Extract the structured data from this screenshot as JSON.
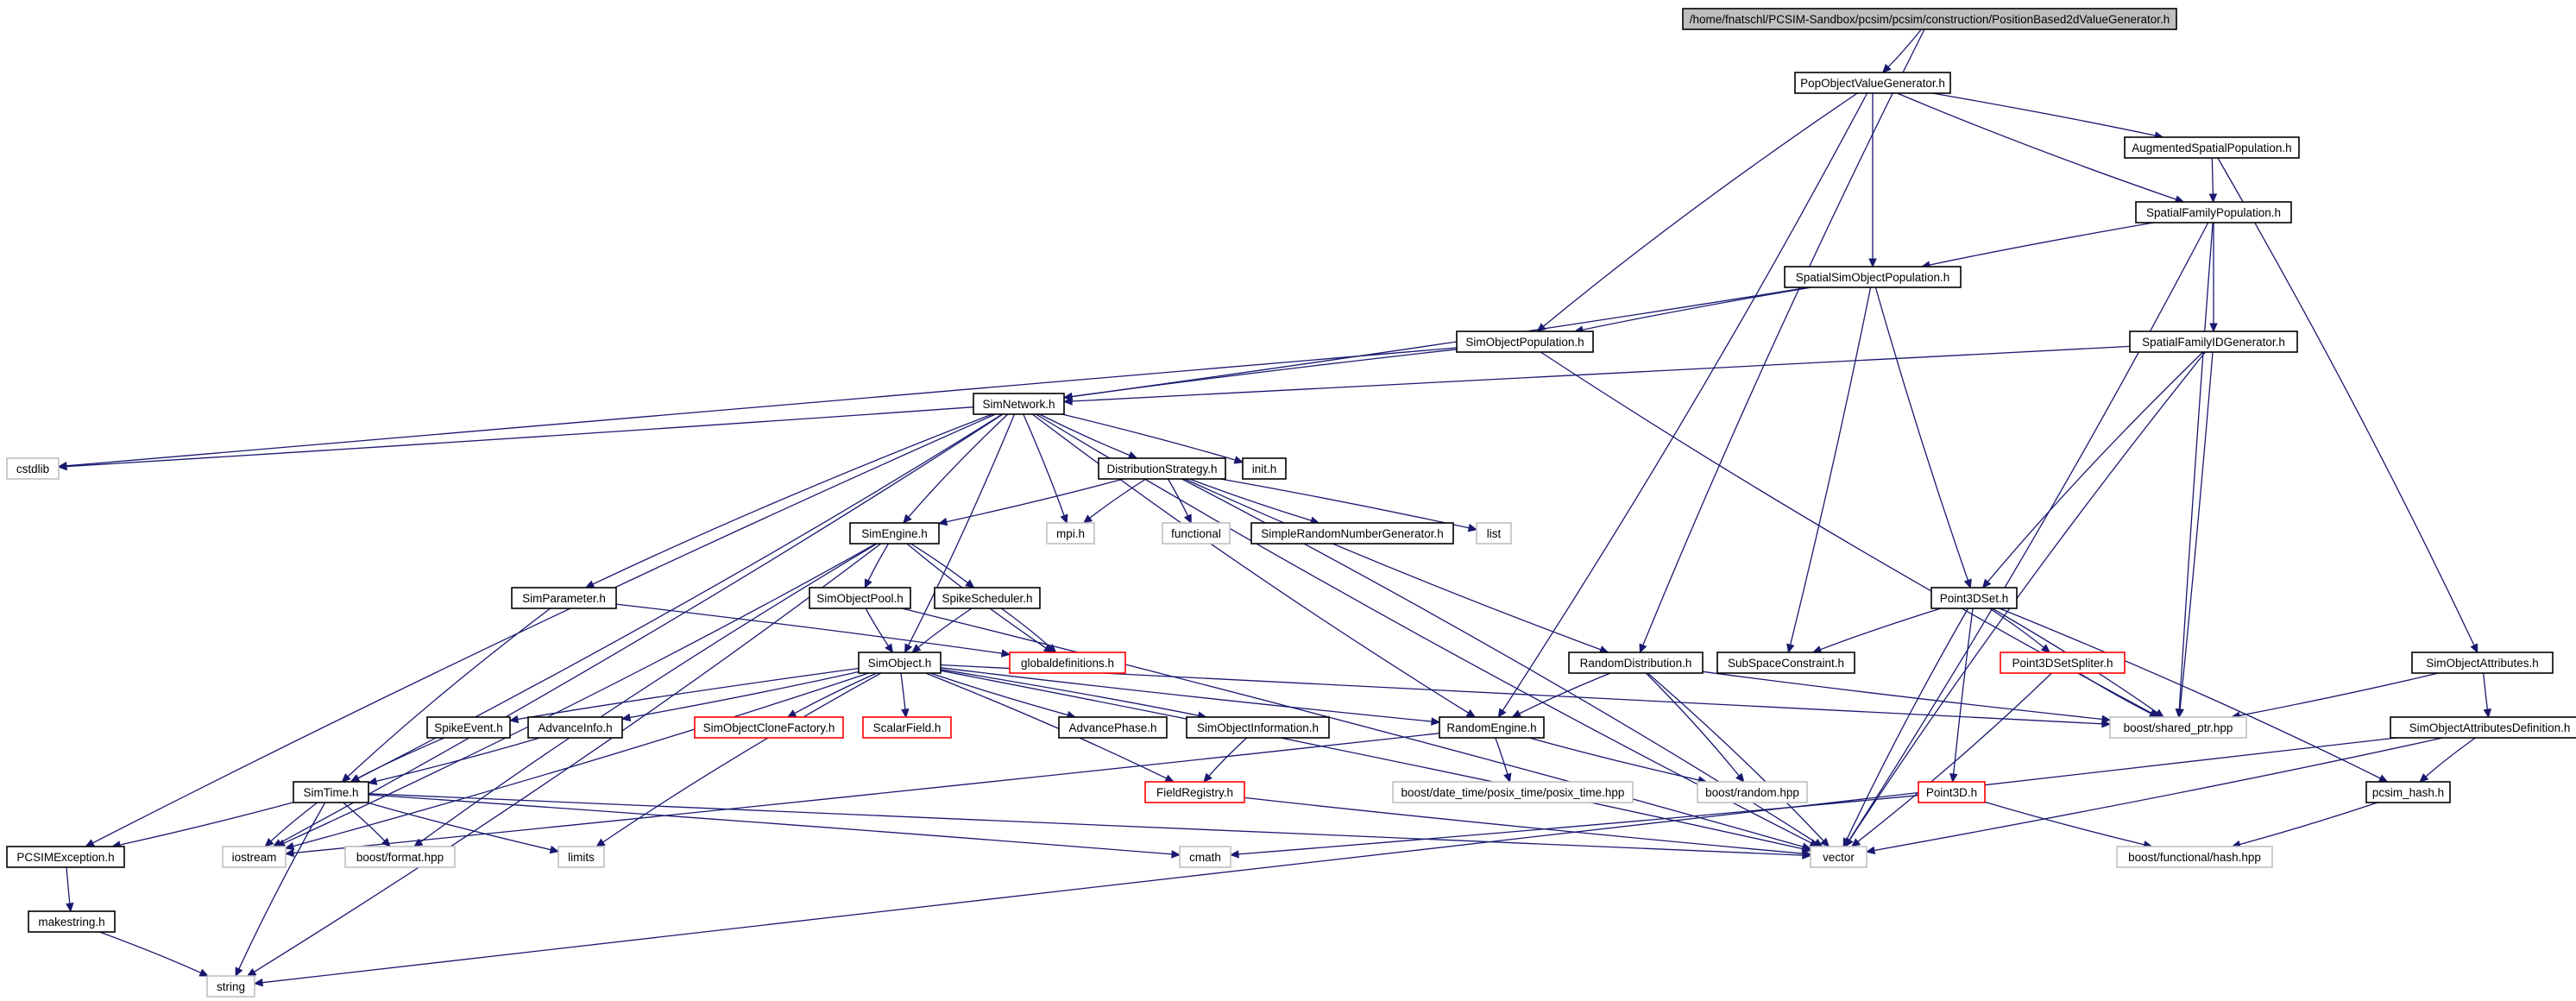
{
  "diagram": {
    "colors": {
      "edge": "#191970",
      "node_border": "#000000",
      "root_fill": "#bfbfbf",
      "missing_border": "#ff0000",
      "external_border": "#bfbfbf"
    },
    "nodes": [
      {
        "id": "root",
        "label": "/home/fnatschl/PCSIM-Sandbox/pcsim/pcsim/construction/PositionBased2dValueGenerator.h",
        "kind": "root"
      },
      {
        "id": "popobj",
        "label": "PopObjectValueGenerator.h",
        "kind": "normal"
      },
      {
        "id": "augspat",
        "label": "AugmentedSpatialPopulation.h",
        "kind": "normal"
      },
      {
        "id": "spatfam",
        "label": "SpatialFamilyPopulation.h",
        "kind": "normal"
      },
      {
        "id": "spatsim",
        "label": "SpatialSimObjectPopulation.h",
        "kind": "normal"
      },
      {
        "id": "simobjpop",
        "label": "SimObjectPopulation.h",
        "kind": "normal"
      },
      {
        "id": "spatfamid",
        "label": "SpatialFamilyIDGenerator.h",
        "kind": "normal"
      },
      {
        "id": "simnet",
        "label": "SimNetwork.h",
        "kind": "normal"
      },
      {
        "id": "cstdlib",
        "label": "cstdlib",
        "kind": "external"
      },
      {
        "id": "diststrat",
        "label": "DistributionStrategy.h",
        "kind": "normal"
      },
      {
        "id": "inith",
        "label": "init.h",
        "kind": "normal"
      },
      {
        "id": "simengine",
        "label": "SimEngine.h",
        "kind": "normal"
      },
      {
        "id": "mpih",
        "label": "mpi.h",
        "kind": "external"
      },
      {
        "id": "functional",
        "label": "functional",
        "kind": "external"
      },
      {
        "id": "simplerng",
        "label": "SimpleRandomNumberGenerator.h",
        "kind": "normal"
      },
      {
        "id": "list",
        "label": "list",
        "kind": "external"
      },
      {
        "id": "simparam",
        "label": "SimParameter.h",
        "kind": "normal"
      },
      {
        "id": "simobjpool",
        "label": "SimObjectPool.h",
        "kind": "normal"
      },
      {
        "id": "spikesched",
        "label": "SpikeScheduler.h",
        "kind": "normal"
      },
      {
        "id": "point3dset",
        "label": "Point3DSet.h",
        "kind": "normal"
      },
      {
        "id": "simobject",
        "label": "SimObject.h",
        "kind": "normal"
      },
      {
        "id": "globaldefs",
        "label": "globaldefinitions.h",
        "kind": "missing"
      },
      {
        "id": "randdist",
        "label": "RandomDistribution.h",
        "kind": "normal"
      },
      {
        "id": "subspace",
        "label": "SubSpaceConstraint.h",
        "kind": "normal"
      },
      {
        "id": "p3dspliter",
        "label": "Point3DSetSpliter.h",
        "kind": "missing"
      },
      {
        "id": "simobjattr",
        "label": "SimObjectAttributes.h",
        "kind": "normal"
      },
      {
        "id": "spikeevent",
        "label": "SpikeEvent.h",
        "kind": "normal"
      },
      {
        "id": "advinfo",
        "label": "AdvanceInfo.h",
        "kind": "normal"
      },
      {
        "id": "clonefact",
        "label": "SimObjectCloneFactory.h",
        "kind": "missing"
      },
      {
        "id": "scalarfield",
        "label": "ScalarField.h",
        "kind": "missing"
      },
      {
        "id": "advphase",
        "label": "AdvancePhase.h",
        "kind": "normal"
      },
      {
        "id": "simobjinfo",
        "label": "SimObjectInformation.h",
        "kind": "normal"
      },
      {
        "id": "randengine",
        "label": "RandomEngine.h",
        "kind": "normal"
      },
      {
        "id": "sharedptr",
        "label": "boost/shared_ptr.hpp",
        "kind": "external"
      },
      {
        "id": "attrdef",
        "label": "SimObjectAttributesDefinition.h",
        "kind": "normal"
      },
      {
        "id": "simtime",
        "label": "SimTime.h",
        "kind": "normal"
      },
      {
        "id": "fieldreg",
        "label": "FieldRegistry.h",
        "kind": "missing"
      },
      {
        "id": "posixtime",
        "label": "boost/date_time/posix_time/posix_time.hpp",
        "kind": "external"
      },
      {
        "id": "boostrandom",
        "label": "boost/random.hpp",
        "kind": "external"
      },
      {
        "id": "point3d",
        "label": "Point3D.h",
        "kind": "missing"
      },
      {
        "id": "pcsimhash",
        "label": "pcsim_hash.h",
        "kind": "normal"
      },
      {
        "id": "pcsimexc",
        "label": "PCSIMException.h",
        "kind": "normal"
      },
      {
        "id": "iostream",
        "label": "iostream",
        "kind": "external"
      },
      {
        "id": "boostformat",
        "label": "boost/format.hpp",
        "kind": "external"
      },
      {
        "id": "limits",
        "label": "limits",
        "kind": "external"
      },
      {
        "id": "cmath",
        "label": "cmath",
        "kind": "external"
      },
      {
        "id": "vector",
        "label": "vector",
        "kind": "external"
      },
      {
        "id": "boosthash",
        "label": "boost/functional/hash.hpp",
        "kind": "external"
      },
      {
        "id": "makestring",
        "label": "makestring.h",
        "kind": "normal"
      },
      {
        "id": "string",
        "label": "string",
        "kind": "external"
      }
    ],
    "edges": [
      [
        "root",
        "popobj"
      ],
      [
        "root",
        "randdist"
      ],
      [
        "popobj",
        "augspat"
      ],
      [
        "popobj",
        "spatfam"
      ],
      [
        "popobj",
        "spatsim"
      ],
      [
        "popobj",
        "simobjpop"
      ],
      [
        "popobj",
        "randengine"
      ],
      [
        "augspat",
        "spatfam"
      ],
      [
        "augspat",
        "simobjattr"
      ],
      [
        "spatfam",
        "spatsim"
      ],
      [
        "spatfam",
        "spatfamid"
      ],
      [
        "spatfam",
        "sharedptr"
      ],
      [
        "spatfam",
        "vector"
      ],
      [
        "spatsim",
        "simobjpop"
      ],
      [
        "spatsim",
        "simnet"
      ],
      [
        "spatsim",
        "point3dset"
      ],
      [
        "spatsim",
        "subspace"
      ],
      [
        "simobjpop",
        "simnet"
      ],
      [
        "simobjpop",
        "cstdlib"
      ],
      [
        "simobjpop",
        "sharedptr"
      ],
      [
        "spatfamid",
        "simnet"
      ],
      [
        "spatfamid",
        "point3dset"
      ],
      [
        "spatfamid",
        "sharedptr"
      ],
      [
        "spatfamid",
        "vector"
      ],
      [
        "simnet",
        "cstdlib"
      ],
      [
        "simnet",
        "diststrat"
      ],
      [
        "simnet",
        "inith"
      ],
      [
        "simnet",
        "simengine"
      ],
      [
        "simnet",
        "mpih"
      ],
      [
        "simnet",
        "simparam"
      ],
      [
        "simnet",
        "simobject"
      ],
      [
        "simnet",
        "randengine"
      ],
      [
        "simnet",
        "simtime"
      ],
      [
        "simnet",
        "pcsimexc"
      ],
      [
        "simnet",
        "iostream"
      ],
      [
        "simnet",
        "vector"
      ],
      [
        "diststrat",
        "simengine"
      ],
      [
        "diststrat",
        "mpih"
      ],
      [
        "diststrat",
        "functional"
      ],
      [
        "diststrat",
        "simplerng"
      ],
      [
        "diststrat",
        "list"
      ],
      [
        "diststrat",
        "randdist"
      ],
      [
        "diststrat",
        "vector"
      ],
      [
        "simengine",
        "simobjpool"
      ],
      [
        "simengine",
        "spikesched"
      ],
      [
        "simengine",
        "globaldefs"
      ],
      [
        "simengine",
        "iostream"
      ],
      [
        "simengine",
        "boostformat"
      ],
      [
        "simengine",
        "string"
      ],
      [
        "simparam",
        "simtime"
      ],
      [
        "simparam",
        "globaldefs"
      ],
      [
        "simobjpool",
        "simobject"
      ],
      [
        "simobjpool",
        "vector"
      ],
      [
        "spikesched",
        "simobject"
      ],
      [
        "spikesched",
        "globaldefs"
      ],
      [
        "point3dset",
        "subspace"
      ],
      [
        "point3dset",
        "p3dspliter"
      ],
      [
        "point3dset",
        "point3d"
      ],
      [
        "point3dset",
        "sharedptr"
      ],
      [
        "point3dset",
        "vector"
      ],
      [
        "point3dset",
        "pcsimhash"
      ],
      [
        "simobject",
        "spikeevent"
      ],
      [
        "simobject",
        "advinfo"
      ],
      [
        "simobject",
        "clonefact"
      ],
      [
        "simobject",
        "scalarfield"
      ],
      [
        "simobject",
        "advphase"
      ],
      [
        "simobject",
        "simobjinfo"
      ],
      [
        "simobject",
        "randengine"
      ],
      [
        "simobject",
        "fieldreg"
      ],
      [
        "simobject",
        "sharedptr"
      ],
      [
        "simobject",
        "iostream"
      ],
      [
        "simobject",
        "limits"
      ],
      [
        "simobject",
        "vector"
      ],
      [
        "randdist",
        "randengine"
      ],
      [
        "randdist",
        "boostrandom"
      ],
      [
        "randdist",
        "sharedptr"
      ],
      [
        "randdist",
        "vector"
      ],
      [
        "p3dspliter",
        "sharedptr"
      ],
      [
        "p3dspliter",
        "vector"
      ],
      [
        "simobjattr",
        "attrdef"
      ],
      [
        "simobjattr",
        "sharedptr"
      ],
      [
        "spikeevent",
        "simtime"
      ],
      [
        "advinfo",
        "simtime"
      ],
      [
        "simobjinfo",
        "fieldreg"
      ],
      [
        "randengine",
        "posixtime"
      ],
      [
        "randengine",
        "boostrandom"
      ],
      [
        "randengine",
        "iostream"
      ],
      [
        "attrdef",
        "pcsimhash"
      ],
      [
        "attrdef",
        "vector"
      ],
      [
        "attrdef",
        "string"
      ],
      [
        "simtime",
        "pcsimexc"
      ],
      [
        "simtime",
        "iostream"
      ],
      [
        "simtime",
        "boostformat"
      ],
      [
        "simtime",
        "limits"
      ],
      [
        "simtime",
        "cmath"
      ],
      [
        "simtime",
        "string"
      ],
      [
        "simtime",
        "vector"
      ],
      [
        "fieldreg",
        "vector"
      ],
      [
        "point3d",
        "cmath"
      ],
      [
        "point3d",
        "boosthash"
      ],
      [
        "pcsimhash",
        "boosthash"
      ],
      [
        "pcsimexc",
        "makestring"
      ],
      [
        "makestring",
        "string"
      ]
    ]
  }
}
